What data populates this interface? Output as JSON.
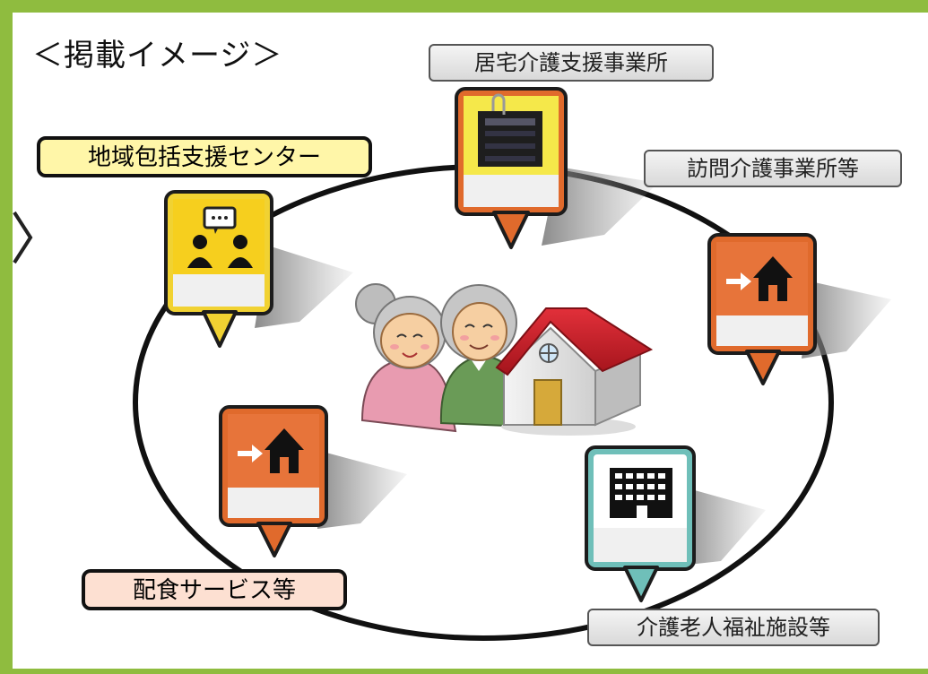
{
  "title": "＜掲載イメージ＞",
  "labels": {
    "care_support": "居宅介護支援事業所",
    "visit_care": "訪問介護事業所等",
    "community_center": "地域包括支援センター",
    "meal_service": "配食サービス等",
    "nursing_home": "介護老人福祉施設等"
  },
  "colors": {
    "frame": "#8fbc3f",
    "pin_orange": "#e06a2c",
    "pin_yellow": "#f1d232",
    "pin_teal": "#6fbfb9"
  },
  "icons": [
    "speech-bubble-people-icon",
    "home-arrow-icon",
    "office-desk-icon",
    "building-icon",
    "elderly-couple-icon",
    "house-icon"
  ]
}
